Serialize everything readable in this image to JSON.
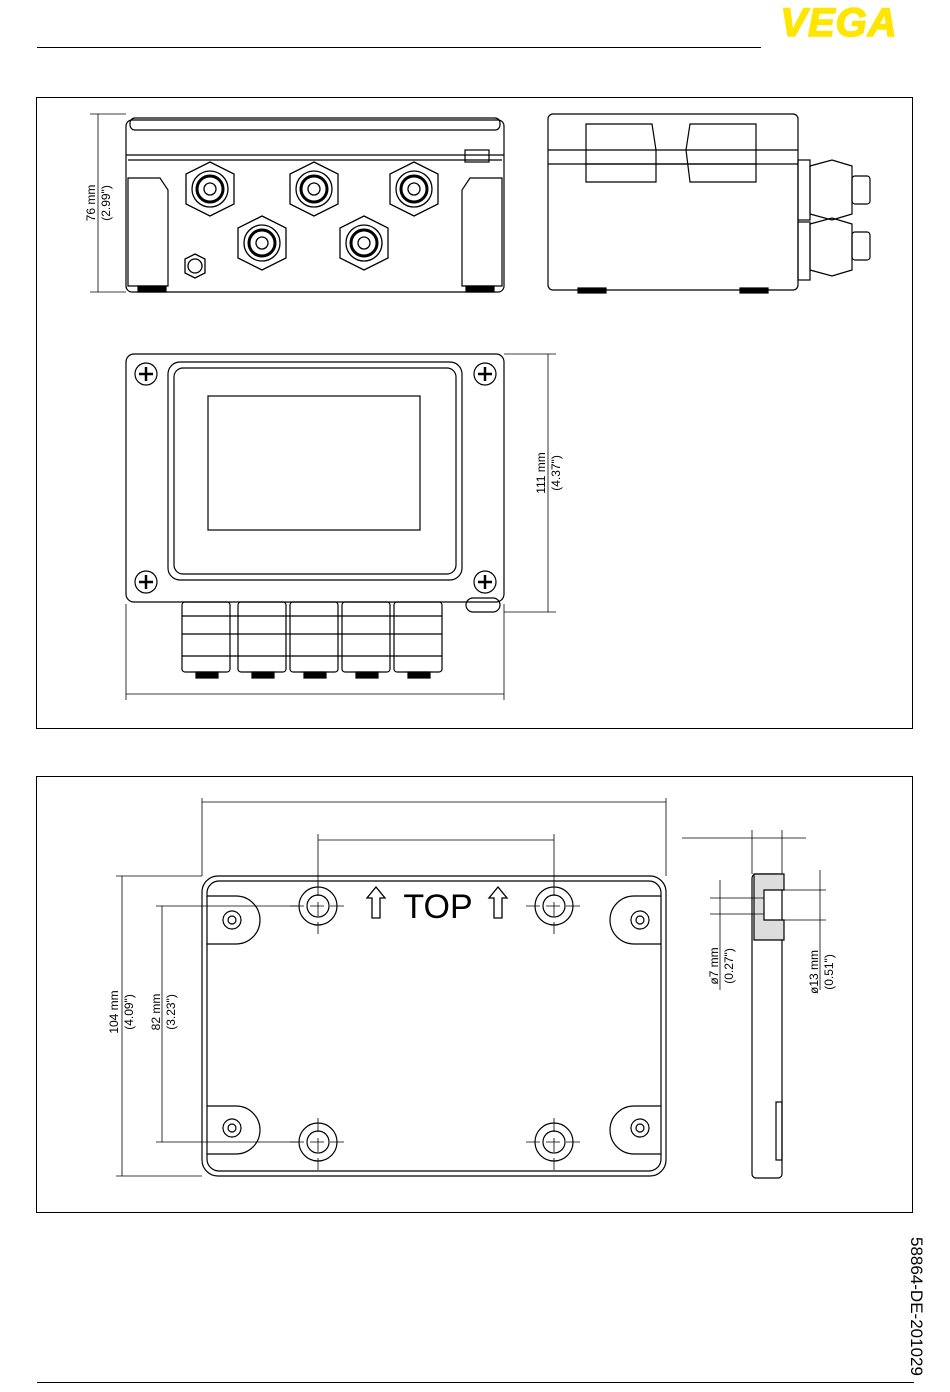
{
  "brand": {
    "logo_text": "VEGA",
    "color": "#FFE600"
  },
  "document_number": "58864-DE-201029",
  "figure1": {
    "height_dim": {
      "mm": "76 mm",
      "inch": "(2.99\")"
    },
    "depth_dim": {
      "mm": "111 mm",
      "inch": "(4.37\")"
    }
  },
  "figure2": {
    "top_label": "TOP",
    "outer_height_dim": {
      "mm": "104 mm",
      "inch": "(4.09\")"
    },
    "hole_height_dim": {
      "mm": "82 mm",
      "inch": "(3.23\")"
    },
    "hole_dia_dim": {
      "mm": "ø7 mm",
      "inch": "(0.27\")"
    },
    "counterbore_dim": {
      "mm": "ø13 mm",
      "inch": "(0.51\")"
    }
  }
}
